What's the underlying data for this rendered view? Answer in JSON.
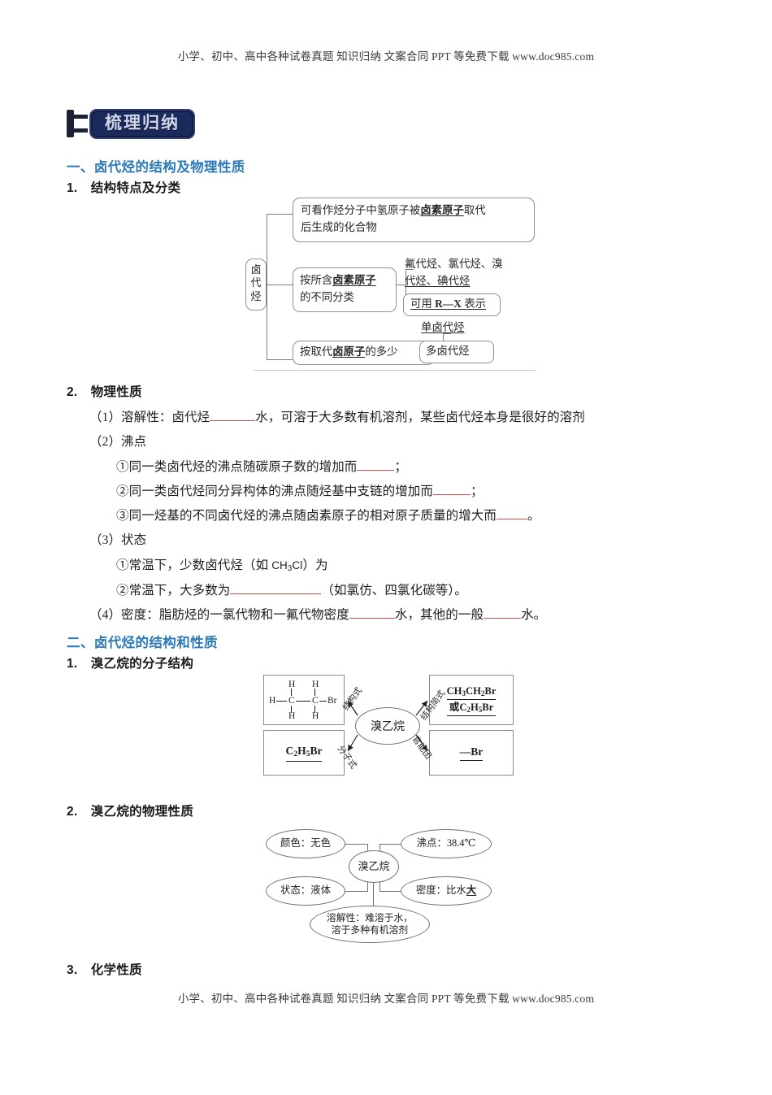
{
  "promo": {
    "top": "小学、初中、高中各种试卷真题 知识归纳 文案合同 PPT 等免费下载  www.doc985.com",
    "bottom": "小学、初中、高中各种试卷真题 知识归纳 文案合同 PPT 等免费下载  www.doc985.com"
  },
  "badge": {
    "label": "梳理归纳"
  },
  "colors": {
    "heading_blue": "#2d7ab8",
    "badge_navy": "#1b2a5c",
    "blank_red": "#d24b4b"
  },
  "section1": {
    "heading": "一、卤代烃的结构及物理性质",
    "sub1": {
      "number": "1.",
      "title": "结构特点及分类"
    },
    "diagram1": {
      "root": "卤代烃",
      "definition": {
        "line1_a": "可看作烃分子中氢原子被",
        "line1_bold": "卤素原子",
        "line1_b": "取代",
        "line2": "后生成的化合物"
      },
      "classify_by_halogen": {
        "label_a": "按所含",
        "label_bold": "卤素原子",
        "label_b": "的不同分类",
        "items_line1": "氟代烃、氯代烃、溴",
        "items_line2": "代烃、碘代烃",
        "rx_prefix": "可用 ",
        "rx_formula": "R—X",
        "rx_suffix": " 表示"
      },
      "classify_by_count": {
        "label_a": "按取代",
        "label_bold": "卤原子",
        "label_b": "的多少",
        "item_mono": "单卤代烃",
        "item_poly": "多卤代烃"
      }
    },
    "sub2": {
      "number": "2.",
      "title": "物理性质"
    },
    "items": {
      "p1_a": "（1）溶解性：卤代烃",
      "p1_b": "水，可溶于大多数有机溶剂，某些卤代烃本身是很好的溶剂",
      "p2": "（2）沸点",
      "p2_1_a": "①同一类卤代烃的沸点随碳原子数的增加而",
      "p2_1_b": "；",
      "p2_2_a": "②同一类卤代烃同分异构体的沸点随烃基中支链的增加而",
      "p2_2_b": "；",
      "p2_3_a": "③同一烃基的不同卤代烃的沸点随卤素原子的相对原子质量的增大而",
      "p2_3_b": "。",
      "p3": "（3）状态",
      "p3_1_a": "①常温下，少数卤代烃（如 ",
      "p3_1_formula": "CH3Cl",
      "p3_1_b": "）为",
      "p3_2_a": "②常温下，大多数为",
      "p3_2_b": "（如氯仿、四氯化碳等）。",
      "p4_a": "（4）密度：脂肪烃的一氯代物和一氟代物密度",
      "p4_b": "水，其他的一般",
      "p4_c": "水。"
    }
  },
  "section2": {
    "heading": "二、卤代烃的结构和性质",
    "sub1": {
      "number": "1.",
      "title": "溴乙烷的分子结构"
    },
    "diagram2": {
      "center": "溴乙烷",
      "label_struct": "结构式",
      "label_mol": "分子式",
      "label_short": "结构简式",
      "label_func": "官能团",
      "structural_atoms": {
        "h_top_left": "H",
        "h_top_right": "H",
        "h_left": "H",
        "c_left": "C",
        "c_right": "C",
        "br_right": "Br",
        "h_bot_left": "H",
        "h_bot_right": "H"
      },
      "molecular_formula": "C2H5Br",
      "short_formula_1": "CH3CH2Br",
      "short_formula_2_prefix": "或",
      "short_formula_2": "C2H5Br",
      "functional_group": "—Br"
    },
    "sub2": {
      "number": "2.",
      "title": "溴乙烷的物理性质"
    },
    "diagram3": {
      "center": "溴乙烷",
      "color": "颜色：无色",
      "state": "状态：液体",
      "boiling_point_label": "沸点：",
      "boiling_point_value": "38.4℃",
      "density_label": "密度：比水",
      "density_value": "大",
      "solubility_line1": "溶解性：难溶于水，",
      "solubility_line2": "溶于多种有机溶剂"
    },
    "sub3": {
      "number": "3.",
      "title": "化学性质"
    }
  }
}
